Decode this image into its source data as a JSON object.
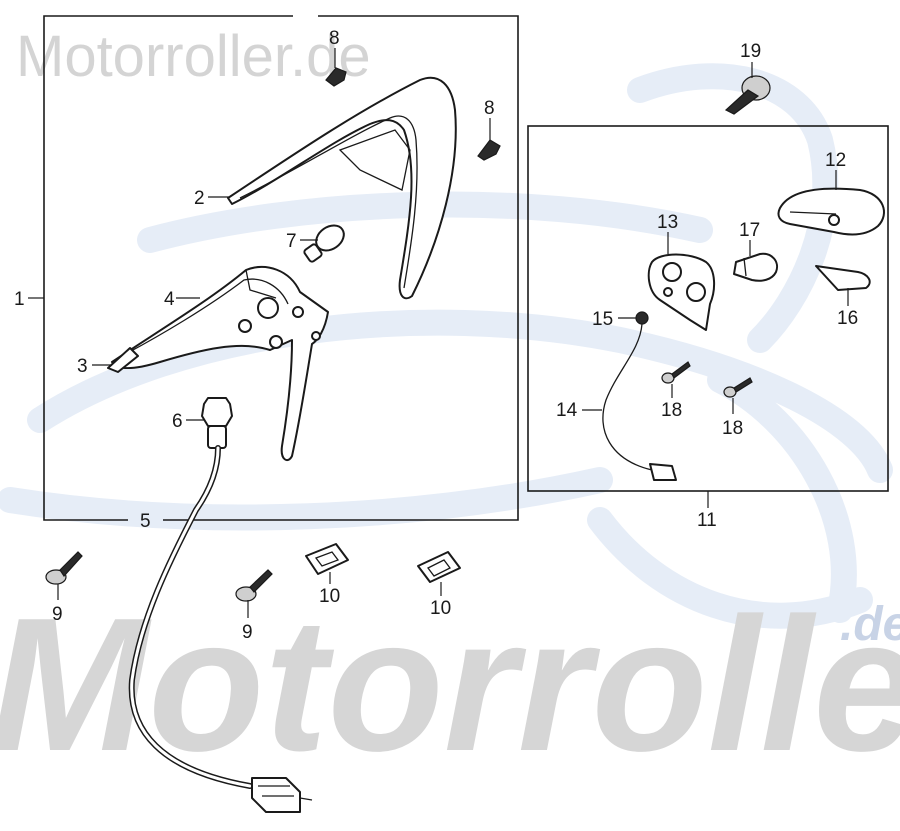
{
  "watermark": {
    "top_text": "Motorroller.de",
    "big_text": "Motorroller",
    "de_text": ".de"
  },
  "colors": {
    "line": "#1a1a1a",
    "watermark_grey": "#d4d4d4",
    "watermark_blue": "#e6edf7"
  },
  "callouts": {
    "c1": "1",
    "c2": "2",
    "c3": "3",
    "c4": "4",
    "c5": "5",
    "c6": "6",
    "c7": "7",
    "c8a": "8",
    "c8b": "8",
    "c9a": "9",
    "c9b": "9",
    "c10a": "10",
    "c10b": "10",
    "c11": "11",
    "c12": "12",
    "c13": "13",
    "c14": "14",
    "c15": "15",
    "c16": "16",
    "c17": "17",
    "c18a": "18",
    "c18b": "18",
    "c19": "19"
  }
}
